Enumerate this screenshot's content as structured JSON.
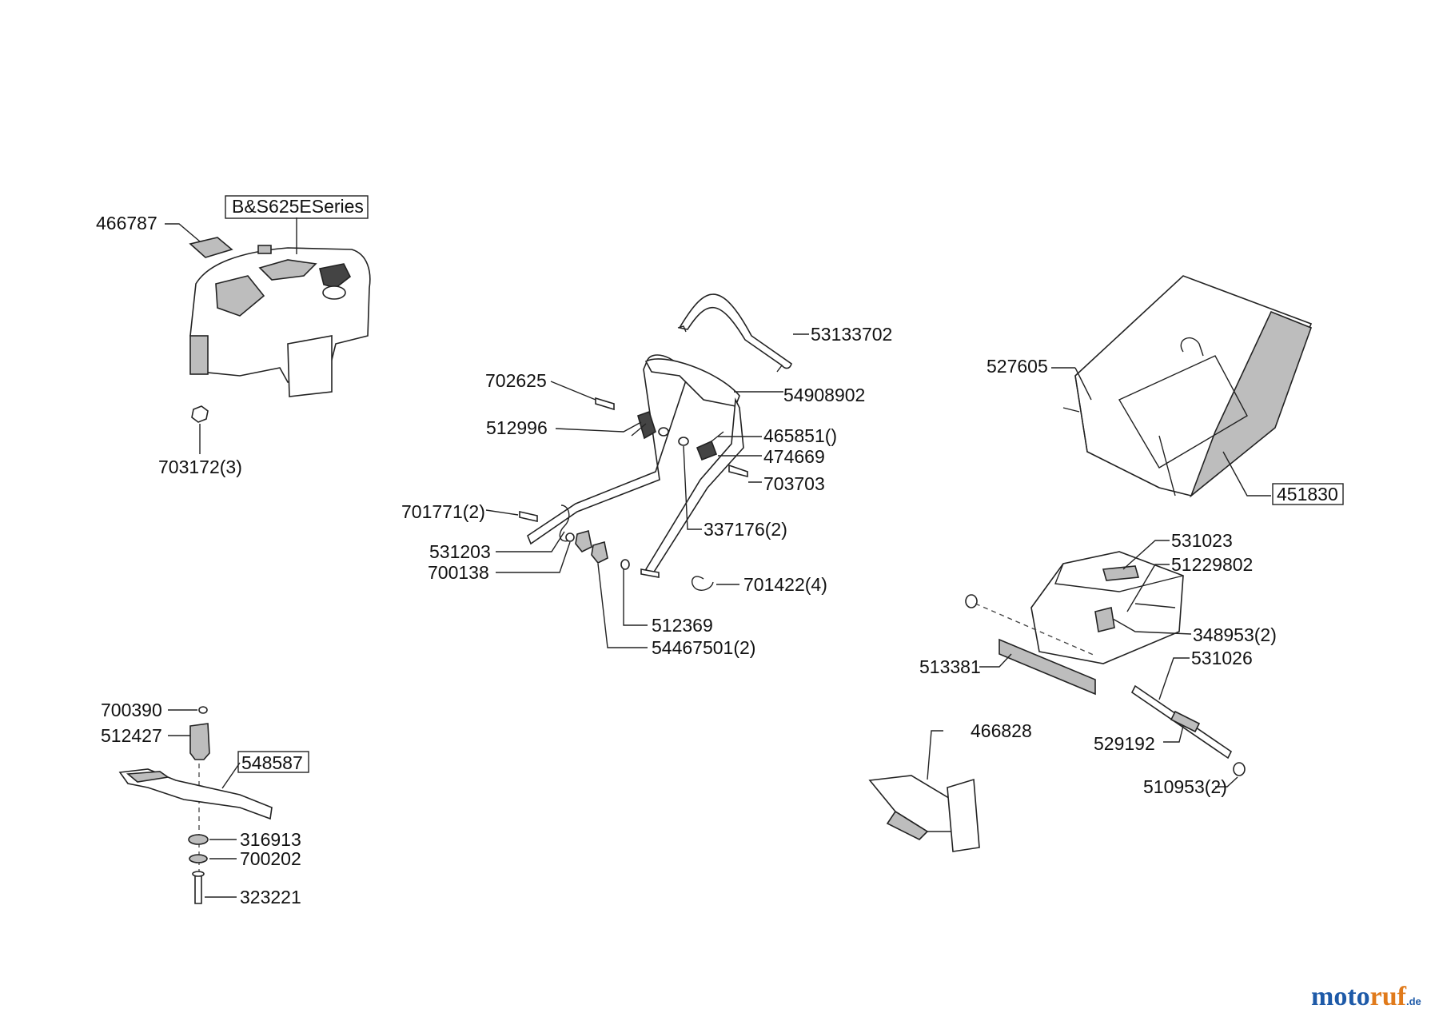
{
  "diagram": {
    "boxed_labels": {
      "engine": "B&S625ESeries",
      "blade": "548587",
      "grass_bag": "451830"
    },
    "labels": {
      "p466787": "466787",
      "p703172": "703172(3)",
      "p53133702": "53133702",
      "p702625": "702625",
      "p54908902": "54908902",
      "p512996": "512996",
      "p465851": "465851()",
      "p474669": "474669",
      "p703703": "703703",
      "p701771": "701771(2)",
      "p337176": "337176(2)",
      "p531203": "531203",
      "p700138": "700138",
      "p701422": "701422(4)",
      "p512369": "512369",
      "p54467501": "54467501(2)",
      "p527605": "527605",
      "p531023": "531023",
      "p51229802": "51229802",
      "p348953": "348953(2)",
      "p513381": "513381",
      "p531026": "531026",
      "p466828": "466828",
      "p529192": "529192",
      "p510953": "510953(2)",
      "p700390": "700390",
      "p512427": "512427",
      "p316913": "316913",
      "p700202": "700202",
      "p323221": "323221"
    }
  },
  "watermark": {
    "part1": "moto",
    "part2": "ruf",
    "suffix": ".de"
  }
}
